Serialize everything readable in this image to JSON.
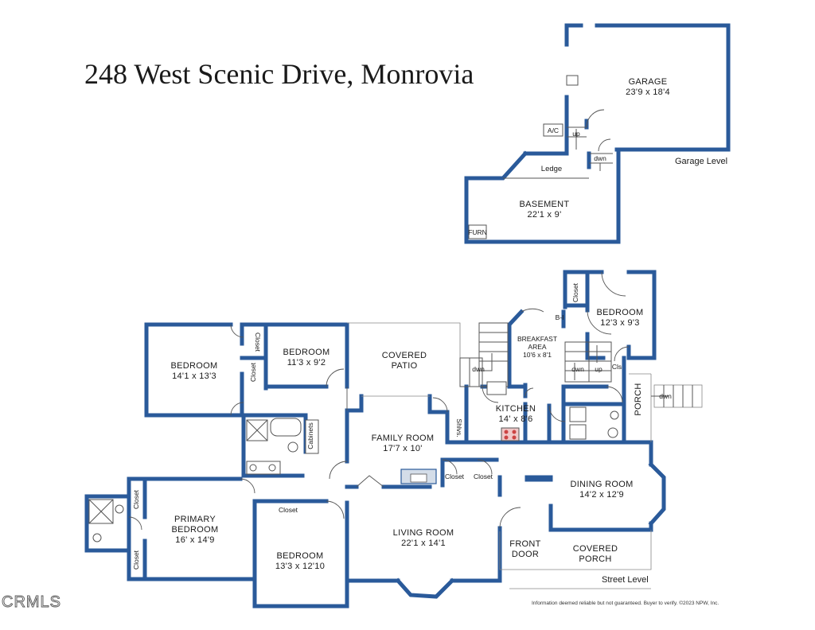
{
  "title": "248 West Scenic Drive, Monrovia",
  "levels": {
    "garage": "Garage Level",
    "street": "Street Level"
  },
  "rooms": {
    "garage": {
      "name": "GARAGE",
      "dims": "23'9 x 18'4"
    },
    "basement": {
      "name": "BASEMENT",
      "dims": "22'1 x 9'"
    },
    "ledge": {
      "name": "Ledge"
    },
    "ac": {
      "name": "A/C"
    },
    "furn": {
      "name": "FURN"
    },
    "bedroom_nw": {
      "name": "BEDROOM",
      "dims": "14'1 x 13'3"
    },
    "bedroom_n": {
      "name": "BEDROOM",
      "dims": "11'3 x 9'2"
    },
    "covered_patio": {
      "name": "COVERED",
      "name2": "PATIO"
    },
    "breakfast": {
      "name": "BREAKFAST",
      "name2": "AREA",
      "dims": "10'6 x 8'1"
    },
    "bedroom_ne": {
      "name": "BEDROOM",
      "dims": "12'3 x 9'3"
    },
    "kitchen": {
      "name": "KITCHEN",
      "dims": "14' x 8'6"
    },
    "family": {
      "name": "FAMILY ROOM",
      "dims": "17'7 x 10'"
    },
    "porch": {
      "name": "PORCH"
    },
    "dining": {
      "name": "DINING ROOM",
      "dims": "14'2 x 12'9"
    },
    "primary": {
      "name": "PRIMARY",
      "name2": "BEDROOM",
      "dims": "16' x 14'9"
    },
    "bedroom_s": {
      "name": "BEDROOM",
      "dims": "13'3 x 12'10"
    },
    "living": {
      "name": "LIVING ROOM",
      "dims": "22'1 x 14'1"
    },
    "front_door": {
      "name": "FRONT",
      "name2": "DOOR"
    },
    "covered_porch": {
      "name": "COVERED",
      "name2": "PORCH"
    }
  },
  "small_labels": {
    "closet": "Closet",
    "cabinets": "Cabinets",
    "shlvs": "Shlvs.",
    "cls": "Cls",
    "bi": "B-I",
    "up": "up",
    "dwn": "dwn"
  },
  "disclaimer": "Information deemed reliable but not guaranteed. Buyer to verify. ©2023 NPW, Inc.",
  "watermark": "CRMLS",
  "colors": {
    "wall": "#2a5a9a",
    "text": "#1a1a1a"
  }
}
